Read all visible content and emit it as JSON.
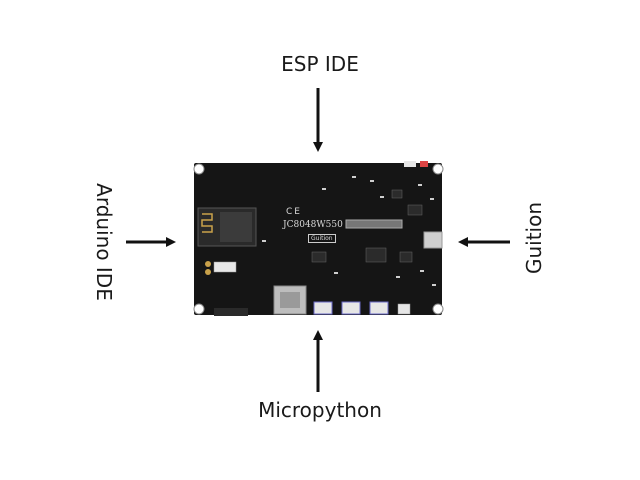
{
  "labels": {
    "top": "ESP IDE",
    "left": "Arduino IDE",
    "right": "Guition",
    "bottom": "Micropython"
  },
  "board": {
    "model": "JC8048W550",
    "sub": "Guition",
    "marks": "CE"
  },
  "colors": {
    "background": "#ffffff",
    "arrow": "#111111",
    "board": "#141414",
    "text": "#1a1a1a"
  }
}
